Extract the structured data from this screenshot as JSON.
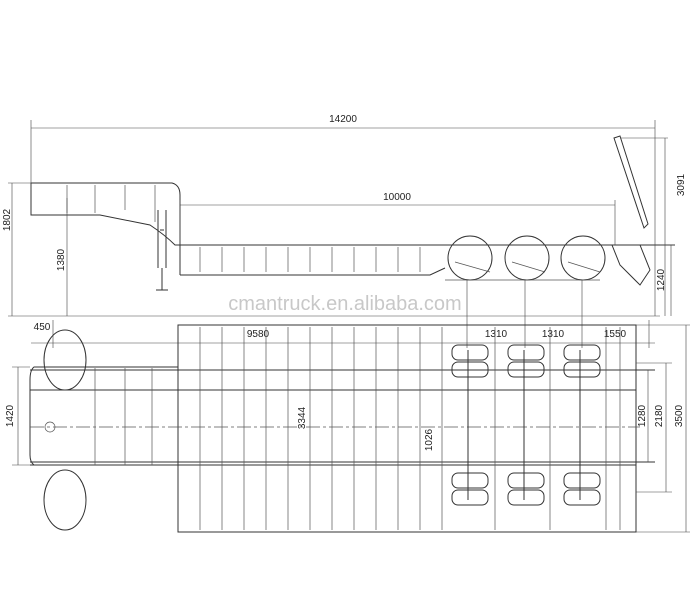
{
  "side_view": {
    "dims": {
      "overall_length": "14200",
      "deck_length": "10000",
      "gooseneck_height": "1802",
      "fifth_wheel_height": "1380",
      "kingpin_offset": "450",
      "kingpin_to_axle": "9580",
      "axle_spacing_1": "1310",
      "axle_spacing_2": "1310",
      "rear_overhang": "1550",
      "ramp_height": "3091",
      "deck_height": "1240"
    }
  },
  "watermark": "cmantruck.en.alibaba.com",
  "top_view": {
    "dims": {
      "gooseneck_width": "1420",
      "inner_length": "3344",
      "beam_spacing": "1280",
      "track_width": "2180",
      "overall_width": "3500",
      "wheel_gap": "1026"
    }
  }
}
